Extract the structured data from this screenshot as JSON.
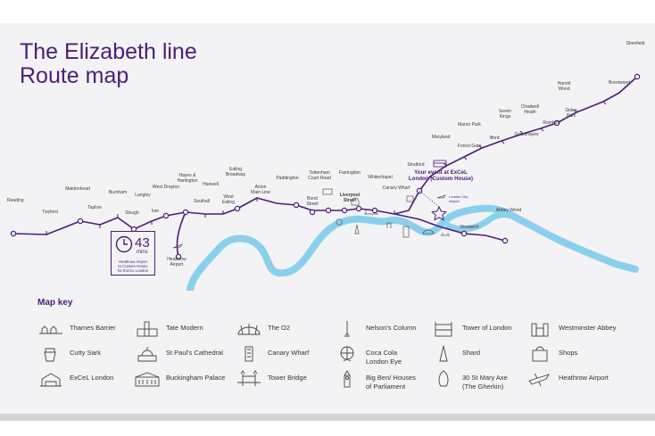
{
  "title": {
    "line1": "The Elizabeth line",
    "line2": "Route map"
  },
  "colors": {
    "line": "#4b1d78",
    "river": "#8ad0ec",
    "background": "#f3f3f5",
    "text": "#3a3a3a"
  },
  "stations": {
    "reading": "Reading",
    "twyford": "Twyford",
    "maidenhead": "Maidenhead",
    "taplow": "Taplow",
    "burnham": "Burnham",
    "slough": "Slough",
    "langley": "Langley",
    "iver": "Iver",
    "west_drayton": "West Drayton",
    "hayes": "Hayes &\nHarlington",
    "southall": "Southall",
    "hanwell": "Hanwell",
    "west_ealing": "West\nEaling",
    "ealing_broadway": "Ealing\nBroadway",
    "acton": "Acton\nMain Line",
    "paddington": "Paddington",
    "bond_street": "Bond\nStreet",
    "tottenham": "Tottenham\nCourt Road",
    "farringdon": "Farringdon",
    "liverpool_street": "Liverpool\nStreet",
    "whitechapel": "Whitechapel",
    "canary_wharf": "Canary Wharf",
    "stratford": "Stratford",
    "maryland": "Maryland",
    "forest_gate": "Forest Gate",
    "manor_park": "Manor Park",
    "ilford": "Ilford",
    "seven_kings": "Seven\nKings",
    "goodmayes": "Goodmayes",
    "chadwell_heath": "Chadwell\nHeath",
    "romford": "Romford",
    "gidea_park": "Gidea\nPark",
    "harold_wood": "Harold\nWood",
    "brentwood": "Brentwood",
    "shenfield": "Shenfield",
    "woolwich": "Woolwich",
    "abbey_wood": "Abbey Wood",
    "heathrow": "Heathrow\nAirport"
  },
  "event": {
    "label": "Your event at ExCeL\nLondon (Custom House)",
    "airport_label": "London City\nAirport"
  },
  "journey": {
    "minutes": "43",
    "unit": "mins",
    "note": "Heathrow Airport\nto Custom House\nfor ExCeL London"
  },
  "key": {
    "title": "Map key",
    "items": [
      {
        "label": "Thames Barrier",
        "icon": "thames-barrier-icon"
      },
      {
        "label": "Tate Modern",
        "icon": "tate-modern-icon"
      },
      {
        "label": "The O2",
        "icon": "o2-icon"
      },
      {
        "label": "Nelson's Column",
        "icon": "nelsons-column-icon"
      },
      {
        "label": "Tower of London",
        "icon": "tower-of-london-icon"
      },
      {
        "label": "Westminster Abbey",
        "icon": "westminster-abbey-icon"
      },
      {
        "label": "Cutty Sark",
        "icon": "cutty-sark-icon"
      },
      {
        "label": "St Paul's Cathedral",
        "icon": "st-pauls-icon"
      },
      {
        "label": "Canary Wharf",
        "icon": "canary-wharf-icon"
      },
      {
        "label": "Coca Cola\nLondon Eye",
        "icon": "london-eye-icon"
      },
      {
        "label": "Shard",
        "icon": "shard-icon"
      },
      {
        "label": "Shops",
        "icon": "shops-icon"
      },
      {
        "label": "ExCeL London",
        "icon": "excel-icon"
      },
      {
        "label": "Buckingham Palace",
        "icon": "buckingham-palace-icon"
      },
      {
        "label": "Tower Bridge",
        "icon": "tower-bridge-icon"
      },
      {
        "label": "Big Ben/ Houses\nof Parliament",
        "icon": "big-ben-icon"
      },
      {
        "label": "30 St Mary Axe\n(The Gherkin)",
        "icon": "gherkin-icon"
      },
      {
        "label": "Heathrow Airport",
        "icon": "heathrow-airport-icon"
      }
    ]
  }
}
